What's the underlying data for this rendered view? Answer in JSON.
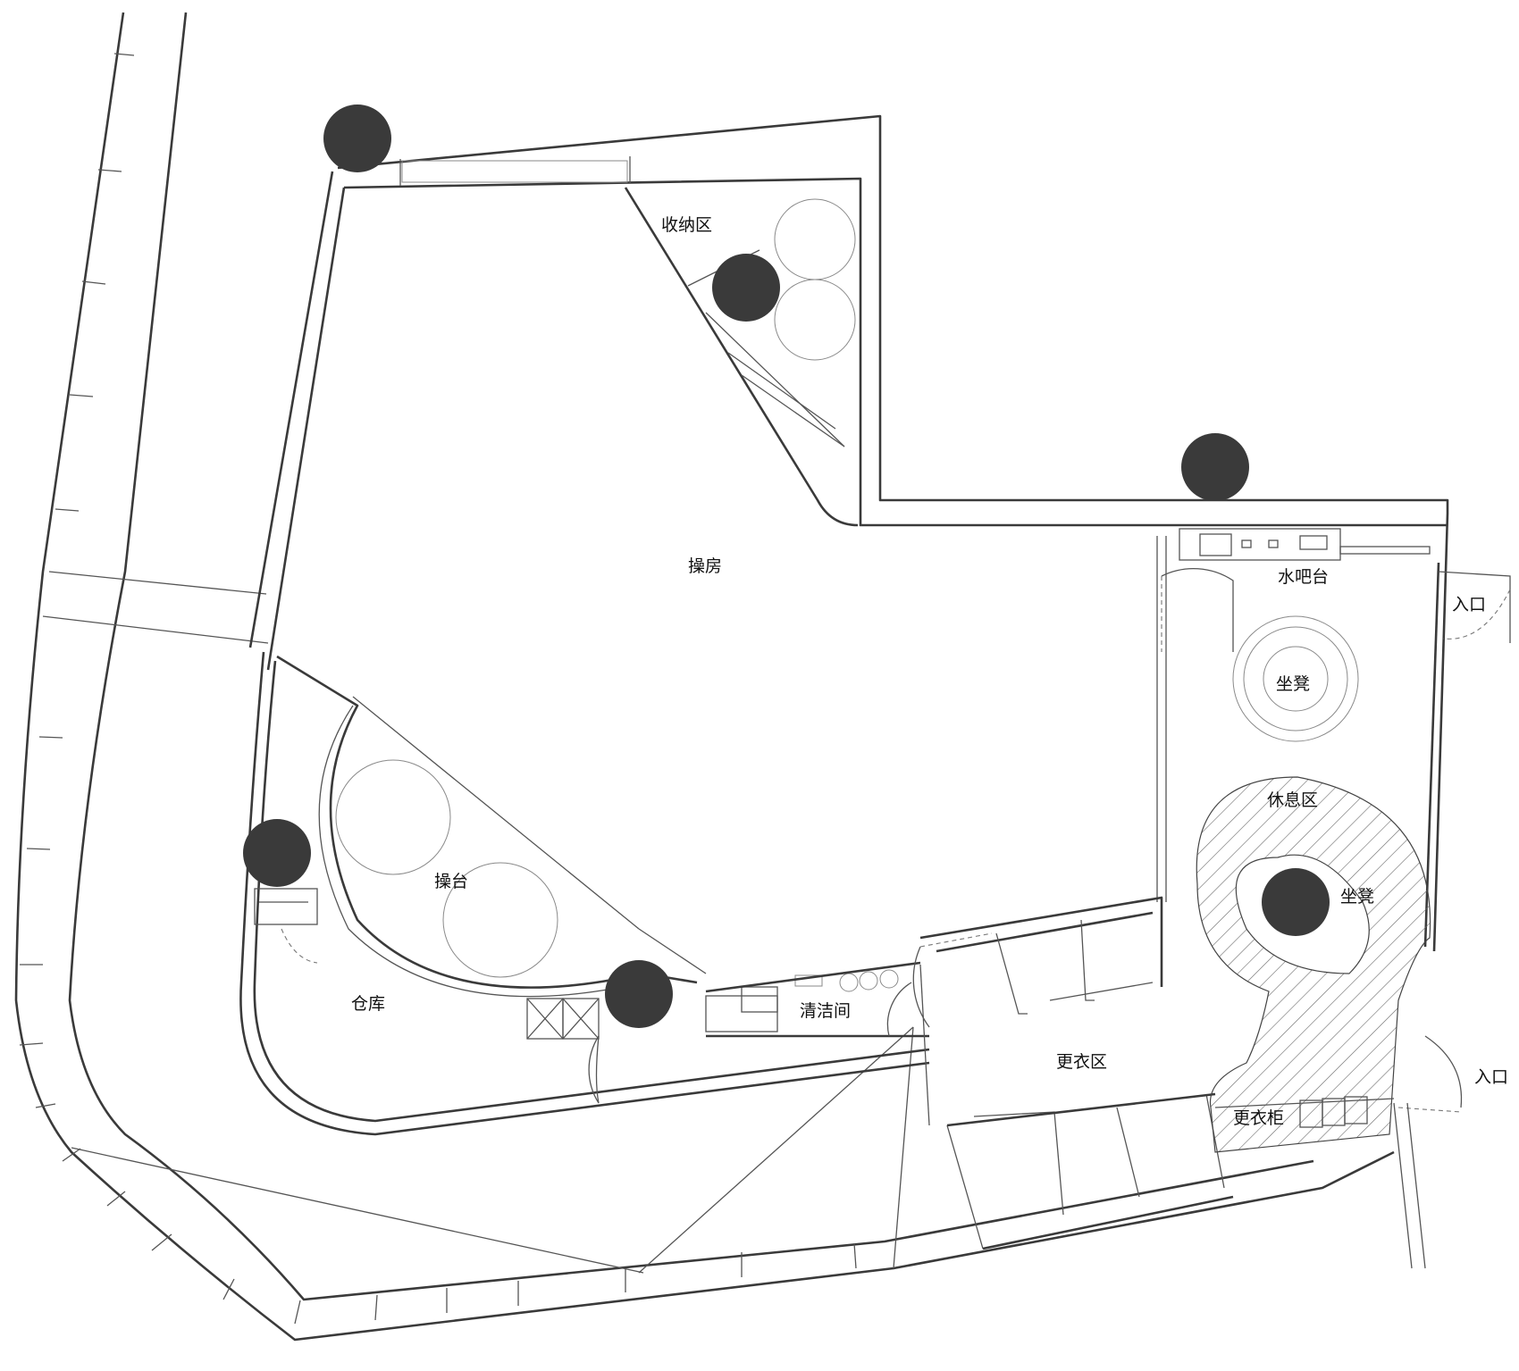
{
  "rooms": {
    "storage_area": "收纳区",
    "operation_room": "操房",
    "water_bar": "水吧台",
    "entrance_top": "入口",
    "stool_top": "坐凳",
    "rest_area": "休息区",
    "stool_rest": "坐凳",
    "console": "操台",
    "warehouse": "仓库",
    "cleaning_room": "清洁间",
    "changing_area": "更衣区",
    "entrance_bottom": "入口",
    "lockers": "更衣柜"
  },
  "colors": {
    "wall": "#3a3a3a",
    "marker": "#3a3a3a",
    "hatch": "#6a6a6a",
    "background": "#ffffff"
  }
}
